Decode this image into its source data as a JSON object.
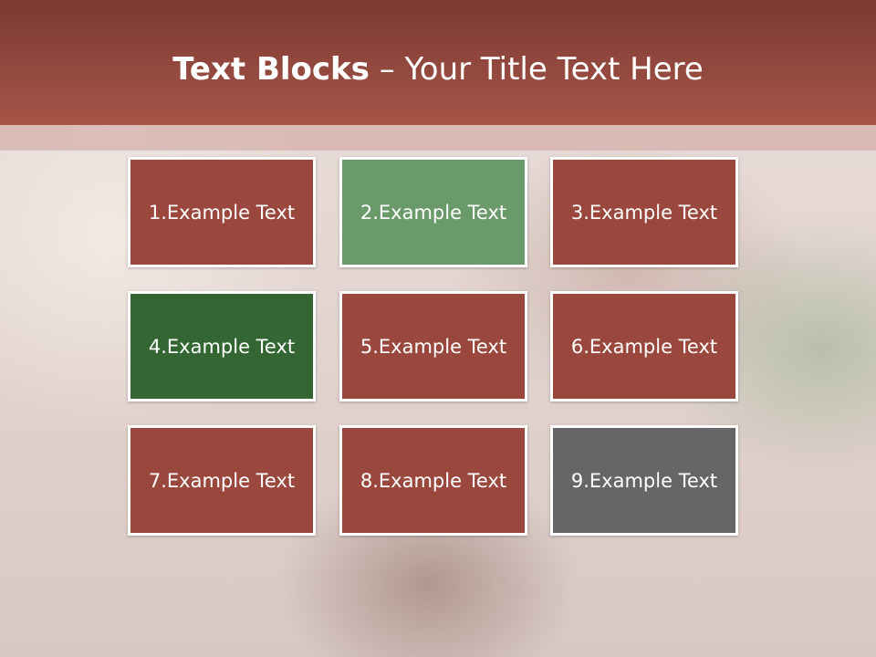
{
  "slide": {
    "title_bold": "Text Blocks",
    "title_separator": " – ",
    "title_rest": "Your Title Text Here"
  },
  "blocks": [
    {
      "label": "1.Example Text",
      "color": "#9a483d"
    },
    {
      "label": "2.Example Text",
      "color": "#6a9a6a"
    },
    {
      "label": "3.Example Text",
      "color": "#9a483d"
    },
    {
      "label": "4.Example Text",
      "color": "#336633"
    },
    {
      "label": "5.Example Text",
      "color": "#9a483d"
    },
    {
      "label": "6.Example Text",
      "color": "#9a483d"
    },
    {
      "label": "7.Example Text",
      "color": "#9a483d"
    },
    {
      "label": "8.Example Text",
      "color": "#9a483d"
    },
    {
      "label": "9.Example Text",
      "color": "#666666"
    }
  ],
  "theme": {
    "header_color": "#8f463c",
    "block_border": "#ffffff"
  }
}
